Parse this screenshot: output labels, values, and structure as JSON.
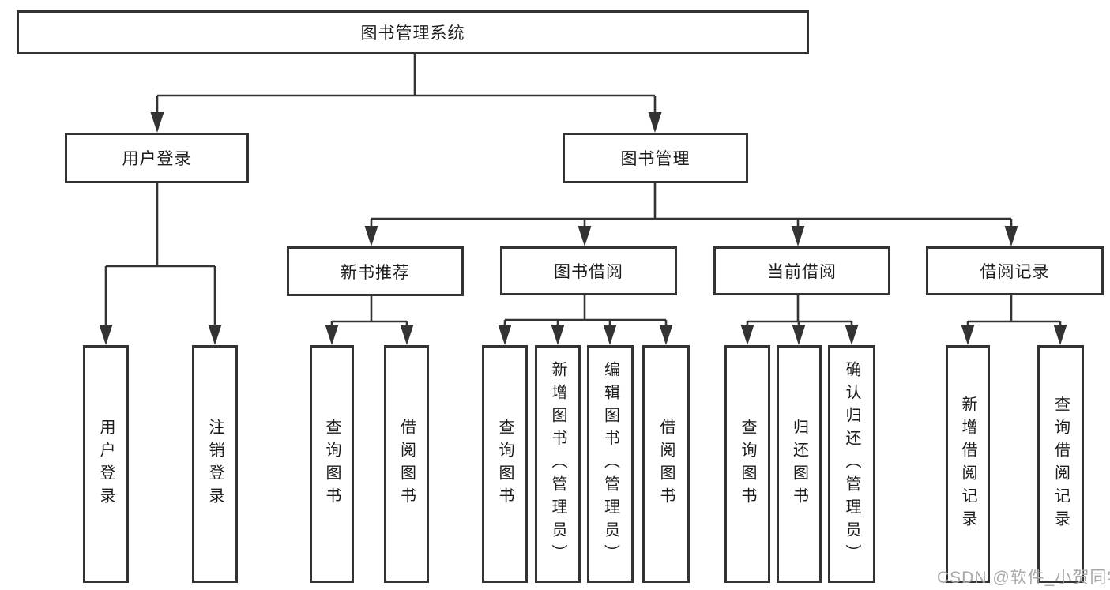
{
  "diagram": {
    "title": "图书管理系统",
    "root": {
      "label": "图书管理系统"
    },
    "level2": {
      "user_login": {
        "label": "用户登录"
      },
      "book_mgmt": {
        "label": "图书管理"
      }
    },
    "level3": {
      "new_rec": {
        "label": "新书推荐"
      },
      "borrow": {
        "label": "图书借阅"
      },
      "current": {
        "label": "当前借阅"
      },
      "records": {
        "label": "借阅记录"
      }
    },
    "leaves": {
      "user_login_leaf": {
        "label": "用户登录"
      },
      "logout_leaf": {
        "label": "注销登录"
      },
      "rec_query_book": {
        "label": "查询图书"
      },
      "rec_borrow_book": {
        "label": "借阅图书"
      },
      "bor_query_book": {
        "label": "查询图书"
      },
      "bor_add_book": {
        "label": "新增图书（管理员）"
      },
      "bor_edit_book": {
        "label": "编辑图书（管理员）"
      },
      "bor_borrow_book": {
        "label": "借阅图书"
      },
      "cur_query_book": {
        "label": "查询图书"
      },
      "cur_return_book": {
        "label": "归还图书"
      },
      "cur_confirm_return": {
        "label": "确认归还（管理员）"
      },
      "rec_add_record": {
        "label": "新增借阅记录"
      },
      "rec_query_record": {
        "label": "查询借阅记录"
      }
    }
  },
  "watermark": {
    "text": "CSDN @软件_小贺同学"
  },
  "colors": {
    "line": "#333333",
    "text": "#1c1c1c",
    "background": "#ffffff",
    "watermark_gray": "#a8a8a8"
  }
}
